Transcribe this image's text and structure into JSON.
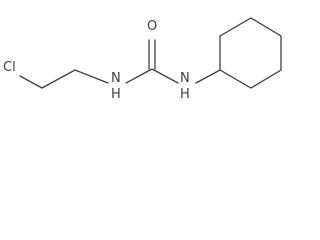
{
  "molecule": {
    "atoms": {
      "chlorine": "Cl",
      "amide_oxygen": "O",
      "left_nitrogen": "N",
      "left_nitrogen_hydrogen": "H",
      "right_nitrogen": "N",
      "right_nitrogen_hydrogen": "H"
    }
  },
  "colors": {
    "bond": "#404040",
    "label": "#404040",
    "background": "#ffffff"
  }
}
